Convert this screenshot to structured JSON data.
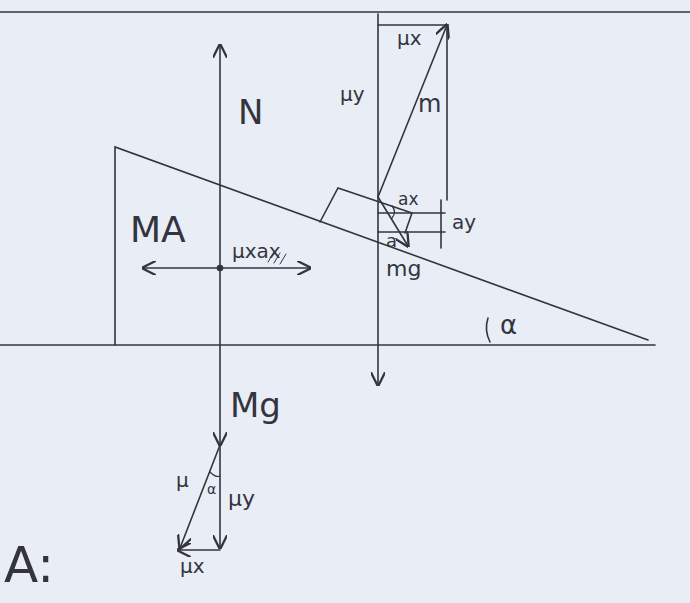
{
  "diagram": {
    "labels": [
      "N",
      "μx",
      "μy",
      "m",
      "ax",
      "a",
      "ay",
      "MA",
      "μxax",
      "mg",
      "α",
      "Mg",
      "μ",
      "α",
      "μy",
      "A:",
      "μx"
    ]
  }
}
